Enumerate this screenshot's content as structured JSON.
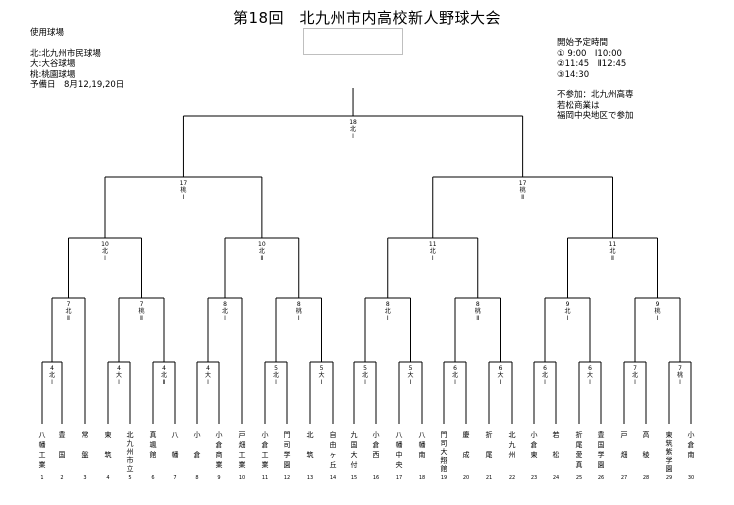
{
  "title": "第18回　北九州市内高校新人野球大会",
  "venues": {
    "heading": "使用球場",
    "lines": [
      "北:北九州市民球場",
      "大:大谷球場",
      "桃:桃園球場",
      "予備日　8月12,19,20日"
    ]
  },
  "schedule": {
    "heading": "開始予定時間",
    "lines": [
      "① 9:00　Ⅰ10:00",
      "②11:45　Ⅱ12:45",
      "③14:30"
    ],
    "notes": [
      "不参加：北九州高専",
      "若松商業は",
      "福岡中央地区で参加"
    ]
  },
  "teams": [
    {
      "num": "1",
      "name": "八幡工業"
    },
    {
      "num": "2",
      "name": "豊　国"
    },
    {
      "num": "3",
      "name": "常　盤"
    },
    {
      "num": "4",
      "name": "東　筑"
    },
    {
      "num": "5",
      "name": "北九州市立"
    },
    {
      "num": "6",
      "name": "真颯館"
    },
    {
      "num": "7",
      "name": "八　幡"
    },
    {
      "num": "8",
      "name": "小　倉"
    },
    {
      "num": "9",
      "name": "小倉商業"
    },
    {
      "num": "10",
      "name": "戸畑工業"
    },
    {
      "num": "11",
      "name": "小倉工業"
    },
    {
      "num": "12",
      "name": "門司学園"
    },
    {
      "num": "13",
      "name": "北　筑"
    },
    {
      "num": "14",
      "name": "自由ヶ丘"
    },
    {
      "num": "15",
      "name": "九国大付"
    },
    {
      "num": "16",
      "name": "小倉西"
    },
    {
      "num": "17",
      "name": "八幡中央"
    },
    {
      "num": "18",
      "name": "八幡南"
    },
    {
      "num": "19",
      "name": "門司大翔館"
    },
    {
      "num": "20",
      "name": "慶　成"
    },
    {
      "num": "21",
      "name": "折　尾"
    },
    {
      "num": "22",
      "name": "北九州"
    },
    {
      "num": "23",
      "name": "小倉東"
    },
    {
      "num": "24",
      "name": "若　松"
    },
    {
      "num": "25",
      "name": "折尾愛真"
    },
    {
      "num": "26",
      "name": "豊国学園"
    },
    {
      "num": "27",
      "name": "戸　畑"
    },
    {
      "num": "28",
      "name": "高　稜"
    },
    {
      "num": "29",
      "name": "東筑紫学園"
    },
    {
      "num": "30",
      "name": "小倉南"
    }
  ],
  "matches": {
    "r1": [
      {
        "date": "4",
        "venue": "北",
        "slot": "Ⅰ"
      },
      {
        "date": "4",
        "venue": "大",
        "slot": "Ⅰ"
      },
      {
        "date": "4",
        "venue": "北",
        "slot": "Ⅱ"
      },
      {
        "date": "4",
        "venue": "大",
        "slot": "Ⅰ"
      },
      {
        "date": "5",
        "venue": "北",
        "slot": "Ⅰ"
      },
      {
        "date": "5",
        "venue": "大",
        "slot": "Ⅰ"
      },
      {
        "date": "5",
        "venue": "北",
        "slot": "Ⅰ"
      },
      {
        "date": "5",
        "venue": "大",
        "slot": "Ⅰ"
      },
      {
        "date": "6",
        "venue": "北",
        "slot": "Ⅰ"
      },
      {
        "date": "6",
        "venue": "大",
        "slot": "Ⅰ"
      },
      {
        "date": "6",
        "venue": "北",
        "slot": "Ⅰ"
      },
      {
        "date": "6",
        "venue": "大",
        "slot": "Ⅰ"
      },
      {
        "date": "7",
        "venue": "北",
        "slot": "Ⅰ"
      },
      {
        "date": "7",
        "venue": "桃",
        "slot": "Ⅰ"
      }
    ],
    "r2": [
      {
        "date": "7",
        "venue": "北",
        "slot": "Ⅱ"
      },
      {
        "date": "7",
        "venue": "桃",
        "slot": "Ⅱ"
      },
      {
        "date": "8",
        "venue": "北",
        "slot": "Ⅰ"
      },
      {
        "date": "8",
        "venue": "桃",
        "slot": "Ⅰ"
      },
      {
        "date": "8",
        "venue": "北",
        "slot": "Ⅰ"
      },
      {
        "date": "8",
        "venue": "桃",
        "slot": "Ⅱ"
      },
      {
        "date": "9",
        "venue": "北",
        "slot": "Ⅰ"
      },
      {
        "date": "9",
        "venue": "桃",
        "slot": "Ⅰ"
      }
    ],
    "r3": [
      {
        "date": "10",
        "venue": "北",
        "slot": "Ⅰ"
      },
      {
        "date": "10",
        "venue": "北",
        "slot": "Ⅱ"
      },
      {
        "date": "11",
        "venue": "北",
        "slot": "Ⅰ"
      },
      {
        "date": "11",
        "venue": "北",
        "slot": "Ⅱ"
      }
    ],
    "r4": [
      {
        "date": "17",
        "venue": "桃",
        "slot": "Ⅰ"
      },
      {
        "date": "17",
        "venue": "桃",
        "slot": "Ⅱ"
      }
    ],
    "final": {
      "date": "18",
      "venue": "北",
      "slot": "Ⅰ"
    }
  }
}
